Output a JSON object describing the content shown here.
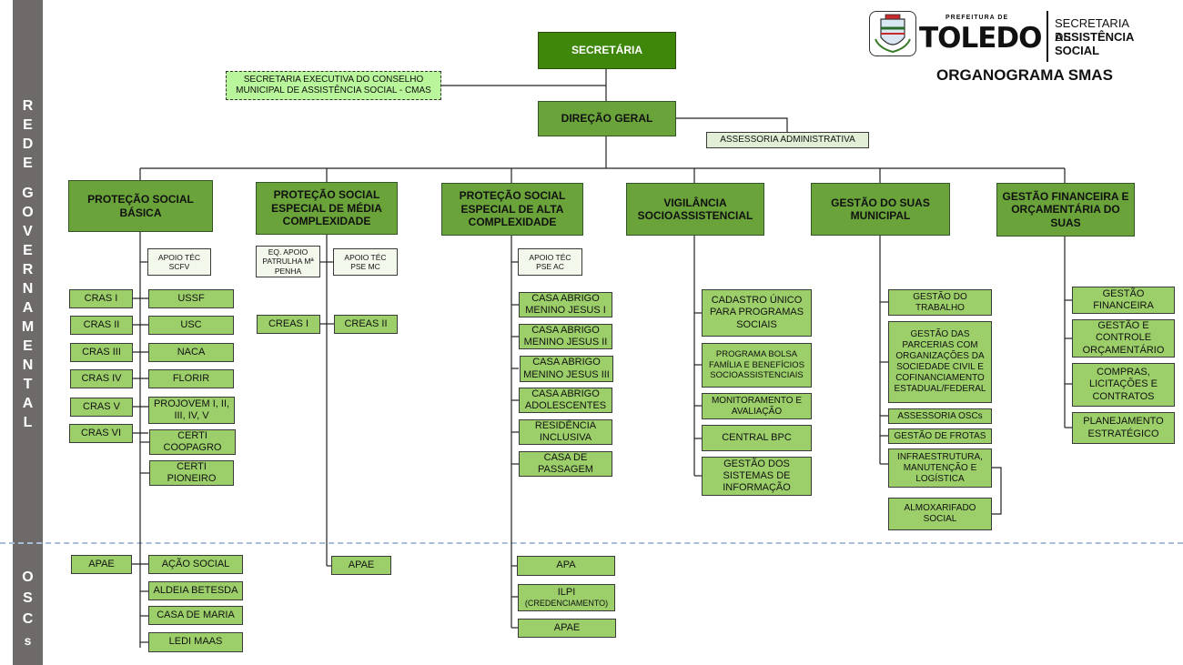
{
  "sidebar": {
    "top_letters": [
      "R",
      "E",
      "D",
      "E",
      "",
      "G",
      "O",
      "V",
      "E",
      "R",
      "N",
      "A",
      "M",
      "E",
      "N",
      "T",
      "A",
      "L"
    ],
    "bottom_letters": [
      "O",
      "S",
      "C",
      "s"
    ]
  },
  "header": {
    "prefeitura": "PREFEITURA DE",
    "city": "TOLEDO",
    "secretaria_line1": "SECRETARIA DE",
    "secretaria_line2": "ASSISTÊNCIA",
    "secretaria_line3": "SOCIAL",
    "title": "ORGANOGRAMA SMAS"
  },
  "top": {
    "secretaria": "SECRETÁRIA",
    "cmas": "SECRETARIA EXECUTIVA DO CONSELHO MUNICIPAL DE ASSISTÊNCIA SOCIAL - CMAS",
    "direcao": "DIREÇÃO GERAL",
    "assessoria": "ASSESSORIA ADMINISTRATIVA"
  },
  "departments": {
    "basica": "PROTEÇÃO SOCIAL BÁSICA",
    "media": "PROTEÇÃO SOCIAL ESPECIAL DE MÉDIA COMPLEXIDADE",
    "alta": "PROTEÇÃO SOCIAL ESPECIAL DE ALTA COMPLEXIDADE",
    "vigilancia": "VIGILÂNCIA SOCIOASSISTENCIAL",
    "gestao_suas": "GESTÃO DO SUAS MUNICIPAL",
    "financeira": "GESTÃO FINANCEIRA E ORÇAMENTÁRIA DO SUAS"
  },
  "basica": {
    "apoio": "APOIO TÉC SCFV",
    "cras": [
      "CRAS I",
      "CRAS II",
      "CRAS III",
      "CRAS IV",
      "CRAS V",
      "CRAS VI"
    ],
    "servicos": [
      "USSF",
      "USC",
      "NACA",
      "FLORIR",
      "PROJOVEM I, II, III, IV, V",
      "CERTI COOPAGRO",
      "CERTI PIONEIRO"
    ],
    "osc_left": "APAE",
    "osc": [
      "AÇÃO SOCIAL",
      "ALDEIA BETESDA",
      "CASA DE MARIA",
      "LEDI MAAS"
    ]
  },
  "media": {
    "eq_apoio": "EQ. APOIO PATRULHA Mª PENHA",
    "apoio": "APOIO TÉC PSE MC",
    "creas1": "CREAS I",
    "creas2": "CREAS II",
    "osc": "APAE"
  },
  "alta": {
    "apoio": "APOIO TÉC PSE AC",
    "units": [
      "CASA ABRIGO MENINO JESUS I",
      "CASA ABRIGO MENINO JESUS II",
      "CASA ABRIGO MENINO JESUS III",
      "CASA ABRIGO ADOLESCENTES",
      "RESIDÊNCIA INCLUSIVA",
      "CASA DE PASSAGEM"
    ],
    "osc": [
      "APA",
      "ILPI",
      "(CREDENCIAMENTO)",
      "APAE"
    ]
  },
  "vigilancia": {
    "units": [
      "CADASTRO ÚNICO PARA PROGRAMAS SOCIAIS",
      "PROGRAMA BOLSA FAMÍLIA E BENEFÍCIOS SOCIOASSISTENCIAIS",
      "MONITORAMENTO E AVALIAÇÃO",
      "CENTRAL BPC",
      "GESTÃO DOS SISTEMAS DE INFORMAÇÃO"
    ]
  },
  "gestao_suas": {
    "units": [
      "GESTÃO DO TRABALHO",
      "GESTÃO DAS PARCERIAS COM ORGANIZAÇÕES DA SOCIEDADE CIVIL E COFINANCIAMENTO ESTADUAL/FEDERAL",
      "ASSESSORIA OSCs",
      "GESTÃO DE FROTAS",
      "INFRAESTRUTURA, MANUTENÇÃO E LOGÍSTICA",
      "ALMOXARIFADO SOCIAL"
    ]
  },
  "financeira": {
    "units": [
      "GESTÃO FINANCEIRA",
      "GESTÃO  E CONTROLE ORÇAMENTÁRIO",
      "COMPRAS, LICITAÇÕES E CONTRATOS",
      "PLANEJAMENTO ESTRATÉGICO"
    ]
  },
  "colors": {
    "dark_green": "#3f870a",
    "mid_green": "#69a33a",
    "light_green": "#9ccf6a",
    "pale_green": "#e2efd6",
    "sidebar_gray": "#6f6a6a"
  }
}
